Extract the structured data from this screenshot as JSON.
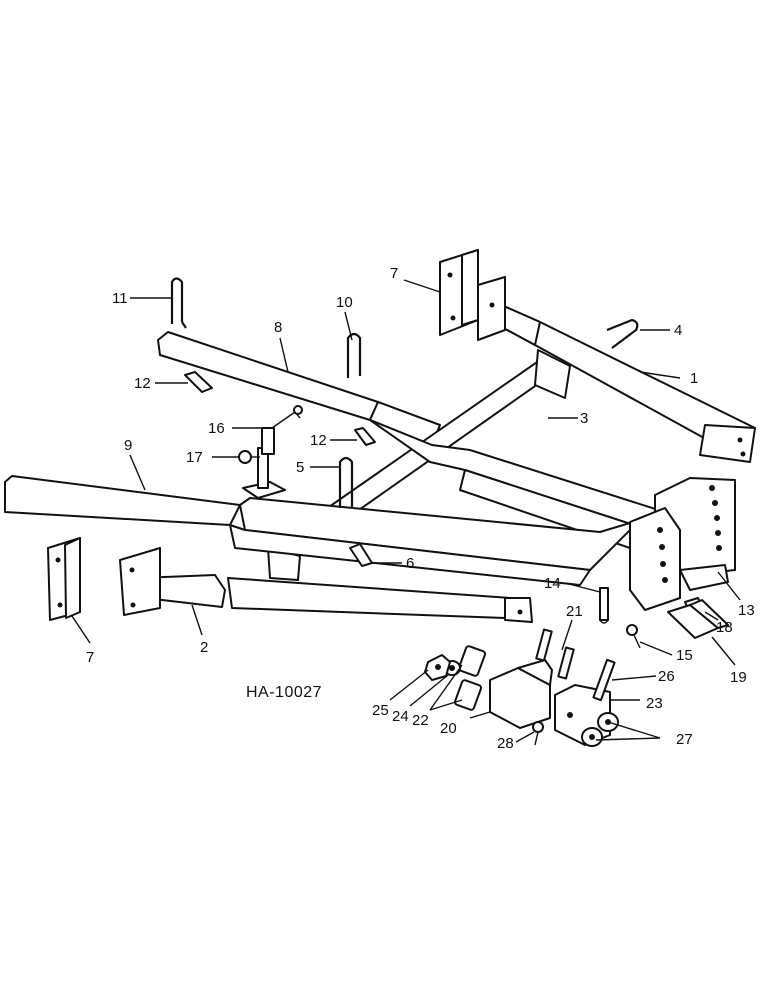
{
  "drawing_code": "HA-10027",
  "callouts": {
    "c1": "1",
    "c2": "2",
    "c3": "3",
    "c4": "4",
    "c5": "5",
    "c6": "6",
    "c7a": "7",
    "c7b": "7",
    "c8": "8",
    "c9": "9",
    "c10": "10",
    "c11": "11",
    "c12a": "12",
    "c12b": "12",
    "c13": "13",
    "c14": "14",
    "c15": "15",
    "c16": "16",
    "c17": "17",
    "c18": "18",
    "c19": "19",
    "c20": "20",
    "c21": "21",
    "c22": "22",
    "c23": "23",
    "c24": "24",
    "c25": "25",
    "c26": "26",
    "c27": "27",
    "c28": "28"
  }
}
